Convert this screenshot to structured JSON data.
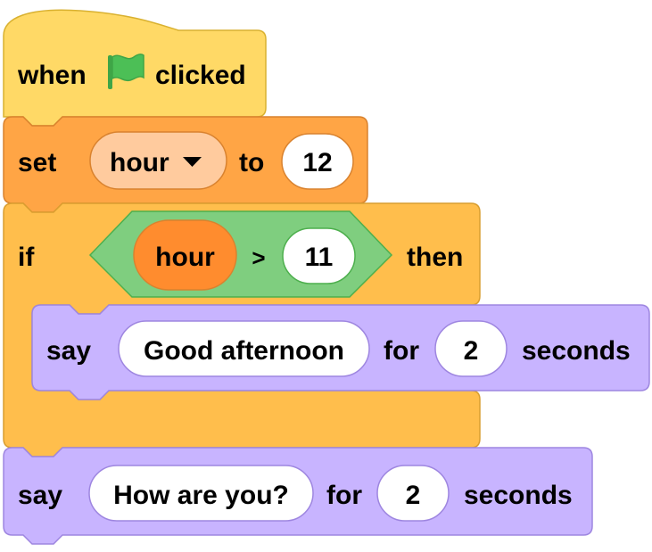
{
  "colors": {
    "events": "#FFD966",
    "events_stroke": "#D9B130",
    "variables": "#FFA545",
    "variables_stroke": "#D9822E",
    "variable_reporter": "#FF8C2E",
    "dropdown_fill": "#FFCB9E",
    "control": "#FFBE4C",
    "control_stroke": "#D99E30",
    "operators": "#7FCE7F",
    "operators_stroke": "#4DAF4D",
    "looks": "#C8B4FF",
    "looks_stroke": "#9E86E0",
    "flag": "#4CBF56"
  },
  "script": {
    "hat": {
      "label_when": "when",
      "icon": "green-flag-icon",
      "label_clicked": "clicked"
    },
    "set_block": {
      "label_set": "set",
      "variable": "hour",
      "label_to": "to",
      "value": "12"
    },
    "if_block": {
      "label_if": "if",
      "condition": {
        "left": "hour",
        "operator": ">",
        "right": "11"
      },
      "label_then": "then",
      "inner_say": {
        "label_say": "say",
        "message": "Good afternoon",
        "label_for": "for",
        "duration": "2",
        "label_seconds": "seconds"
      }
    },
    "say_block": {
      "label_say": "say",
      "message": "How are you?",
      "label_for": "for",
      "duration": "2",
      "label_seconds": "seconds"
    }
  }
}
